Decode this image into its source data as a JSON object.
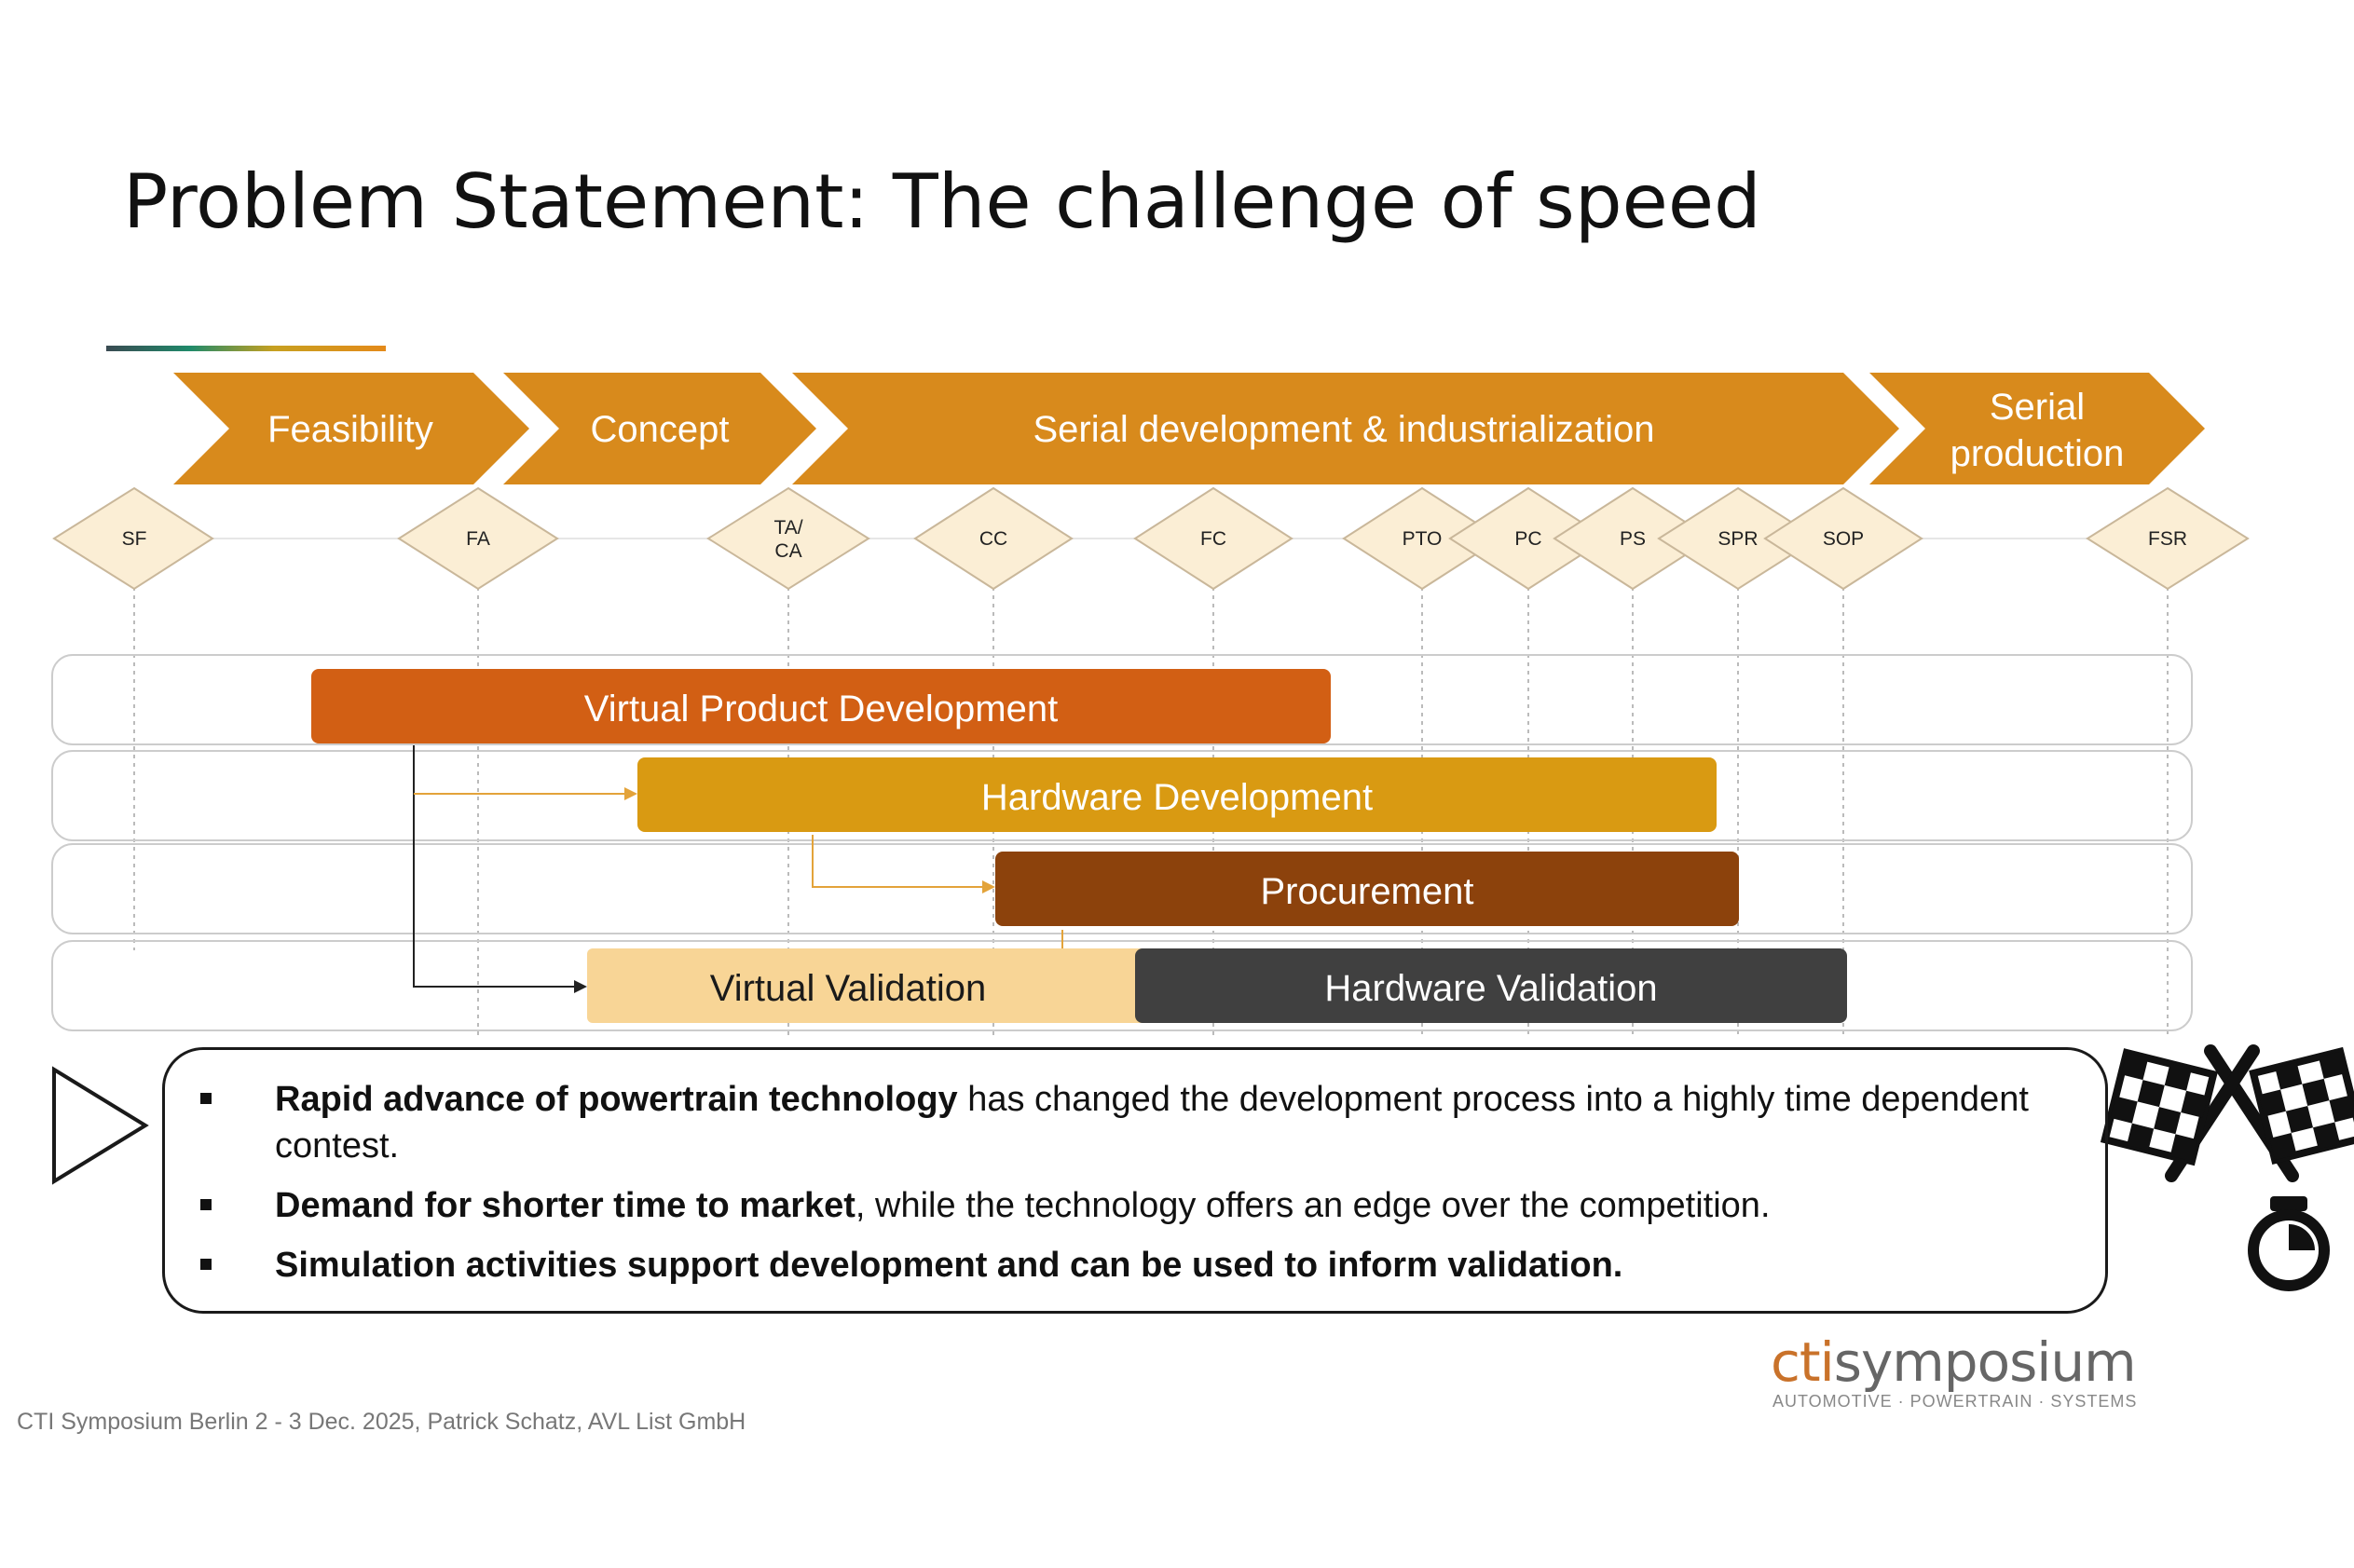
{
  "title": "Problem Statement: The challenge of speed",
  "colors": {
    "phase_orange": "#d88a1c",
    "virtual_product_dev": "#d25f14",
    "hardware_dev": "#d99a12",
    "procurement": "#8c420c",
    "virtual_validation": "#f8d596",
    "hardware_validation": "#404040",
    "milestone_fill": "#fbeed5"
  },
  "phases": [
    {
      "label": "Feasibility"
    },
    {
      "label": "Concept"
    },
    {
      "label": "Serial development & industrialization"
    },
    {
      "label_line1": "Serial",
      "label_line2": "production"
    }
  ],
  "milestones": [
    {
      "label": "SF"
    },
    {
      "label": "FA"
    },
    {
      "label_line1": "TA/",
      "label_line2": "CA"
    },
    {
      "label": "CC"
    },
    {
      "label": "FC"
    },
    {
      "label": "PTO"
    },
    {
      "label": "PC"
    },
    {
      "label": "PS"
    },
    {
      "label": "SPR"
    },
    {
      "label": "SOP"
    },
    {
      "label": "FSR"
    }
  ],
  "bars": [
    {
      "label": "Virtual Product Development"
    },
    {
      "label": "Hardware Development"
    },
    {
      "label": "Procurement"
    },
    {
      "label": "Virtual Validation"
    },
    {
      "label": "Hardware Validation"
    }
  ],
  "bullets": [
    {
      "bold": "Rapid advance of powertrain technology",
      "text": " has changed the development process into a highly time dependent contest."
    },
    {
      "bold": "Demand for shorter time to market",
      "text": ", while the technology offers an edge over the competition."
    },
    {
      "bold": "Simulation activities support development and can be used to inform validation.",
      "text": ""
    }
  ],
  "footer": "CTI Symposium Berlin 2 - 3 Dec. 2025, Patrick Schatz, AVL List GmbH",
  "logo": {
    "prefix": "cti",
    "name": "symposium",
    "tagline": "AUTOMOTIVE · POWERTRAIN · SYSTEMS"
  },
  "icons": [
    "play-triangle-icon",
    "checkered-flags-icon",
    "stopwatch-icon"
  ]
}
